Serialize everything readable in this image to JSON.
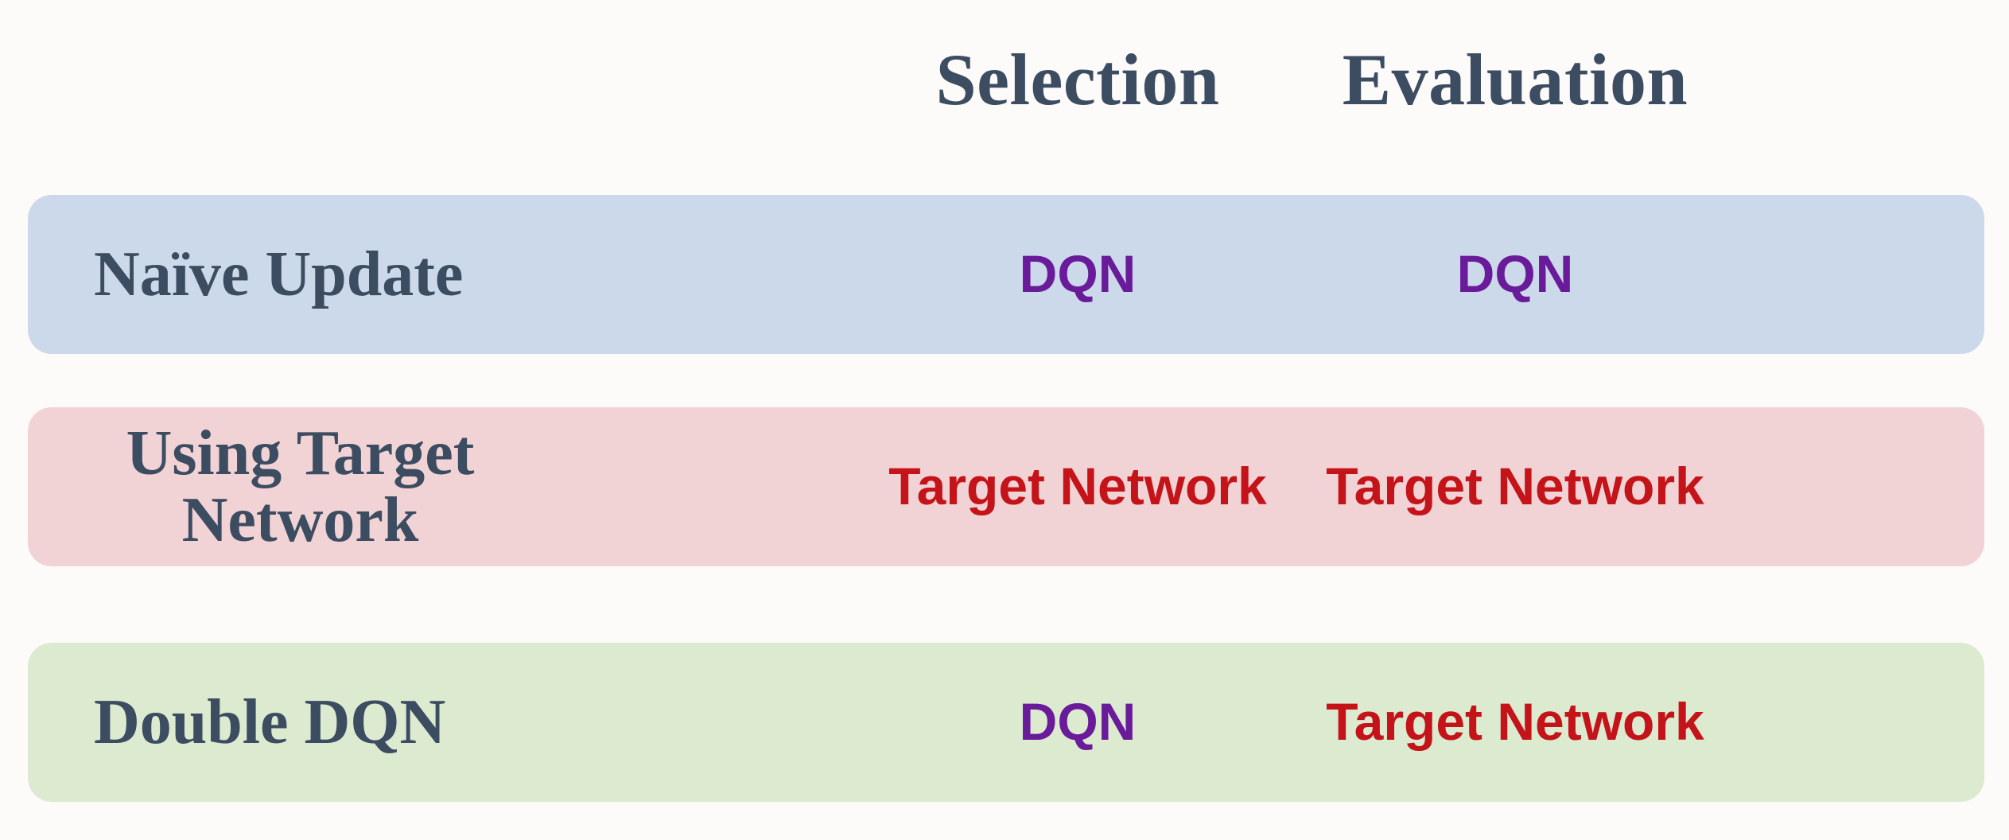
{
  "table": {
    "columns": [
      {
        "key": "method",
        "label": ""
      },
      {
        "key": "selection",
        "label": "Selection"
      },
      {
        "key": "evaluation",
        "label": "Evaluation"
      }
    ],
    "rows": [
      {
        "method": "Naïve Update",
        "selection": "DQN",
        "evaluation": "DQN",
        "band_color": "#ccd9ea",
        "selection_color": "#6a1b9a",
        "evaluation_color": "#6a1b9a"
      },
      {
        "method_line1": "Using Target",
        "method_line2": "Network",
        "method": "Using Target Network",
        "selection": "Target Network",
        "evaluation": "Target Network",
        "band_color": "#f2d3d5",
        "selection_color": "#c4141a",
        "evaluation_color": "#c4141a"
      },
      {
        "method": "Double DQN",
        "selection": "DQN",
        "evaluation": "Target Network",
        "band_color": "#dcead0",
        "selection_color": "#6a1b9a",
        "evaluation_color": "#c4141a"
      }
    ]
  },
  "colors": {
    "page_background": "#fdfafa",
    "heading_text": "#3c4c61",
    "dqn_purple": "#6a1b9a",
    "target_network_red": "#c4141a",
    "row1_band": "#ccd9ea",
    "row2_band": "#f2d3d5",
    "row3_band": "#dcead0"
  }
}
